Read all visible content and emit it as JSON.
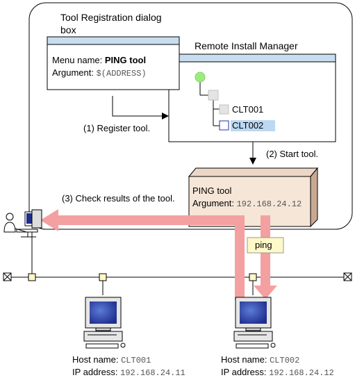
{
  "dialog": {
    "title_line1": "Tool Registration dialog",
    "title_line2": "box",
    "menu_label": "Menu name: ",
    "menu_value": "PING tool",
    "arg_label": "Argument: ",
    "arg_value": "$(ADDRESS)"
  },
  "manager": {
    "title": "Remote Install Manager",
    "tree_items": [
      "CLT001",
      "CLT002"
    ]
  },
  "steps": {
    "register": "(1) Register tool.",
    "start": "(2) Start tool.",
    "check": "(3) Check results of the tool."
  },
  "ping_box": {
    "title": "PING tool",
    "arg_label": "Argument: ",
    "arg_value": "192.168.24.12"
  },
  "ping_label": "ping",
  "hosts": [
    {
      "name_label": "Host name: ",
      "name": "CLT001",
      "ip_label": "IP address: ",
      "ip": "192.168.24.11"
    },
    {
      "name_label": "Host name: ",
      "name": "CLT002",
      "ip_label": "IP address: ",
      "ip": "192.168.24.12"
    }
  ],
  "colors": {
    "arrow": "#f4a0a0",
    "ping_box_fill": "#f5e6d8",
    "ping_box_side": "#c9a892",
    "window_bar": "#c8ddf0",
    "selection": "#bcd8f2",
    "node": "#fff8c8"
  },
  "icons": [
    "green-root-node-icon",
    "folder-node-icon",
    "admin-user-icon",
    "computer-icon",
    "network-terminator-icon",
    "network-node-icon"
  ]
}
